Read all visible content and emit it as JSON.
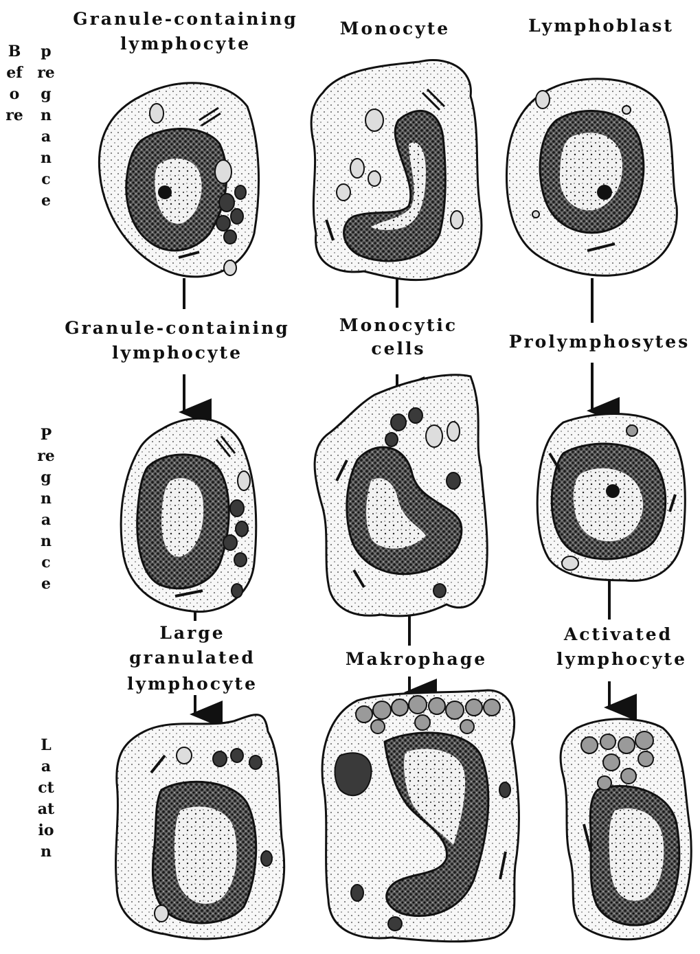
{
  "row_labels": {
    "before_1": "Before",
    "before_2": "pregnance",
    "pregnance": "Pregnance",
    "lactation": "Lactation"
  },
  "captions": {
    "top_granule_l1": "Granule-containing",
    "top_granule_l2": "lymphocyte",
    "top_monocyte": "Monocyte",
    "top_lymphoblast": "Lymphoblast",
    "mid_granule_l1": "Granule-containing",
    "mid_granule_l2": "lymphocyte",
    "mid_monocytic_l1": "Monocytic",
    "mid_monocytic_l2": "cells",
    "mid_prolympho": "Prolymphosytes",
    "low_large_l1": "Large",
    "low_large_l2": "granulated",
    "low_large_l3": "lymphocyte",
    "low_makrophage": "Makrophage",
    "low_activated_l1": "Activated",
    "low_activated_l2": "lymphocyte"
  },
  "colors": {
    "ink": "#111111",
    "cytoplasm": "#f7f7f7",
    "nucleus": "#3a3a3a",
    "vacuole": "#9a9a9a"
  }
}
